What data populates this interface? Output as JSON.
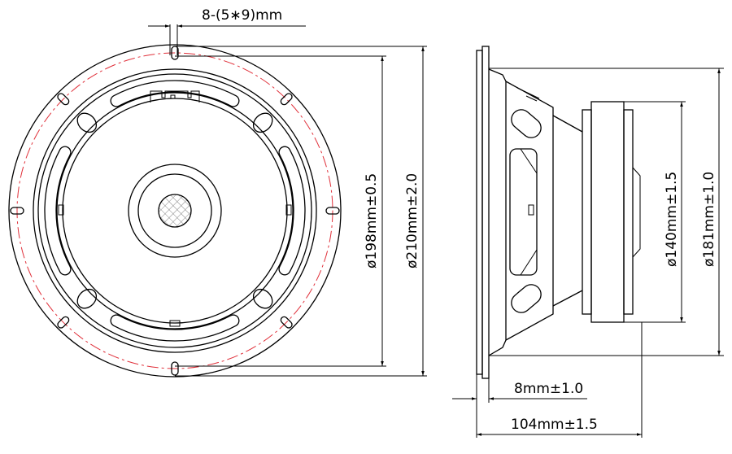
{
  "drawing": {
    "front_view": {
      "mounting_holes_label": "8-(5∗9)mm",
      "bolt_circle_dim": "ø198mm±0.5",
      "outer_diameter_dim": "ø210mm±2.0"
    },
    "side_view": {
      "magnet_dim": "ø140mm±1.5",
      "basket_dim": "ø181mm±1.0",
      "flange_thickness_dim": "8mm±1.0",
      "depth_dim": "104mm±1.5"
    },
    "colors": {
      "line": "#000000",
      "bolt_circle": "#e0303a"
    }
  }
}
